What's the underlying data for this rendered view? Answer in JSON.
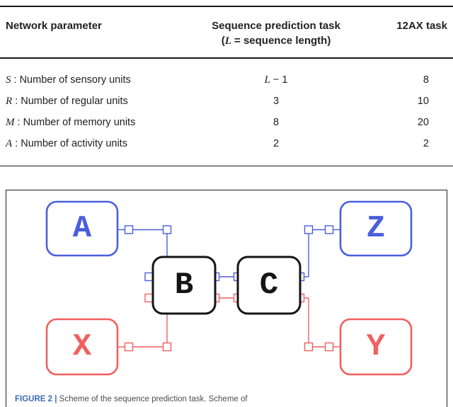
{
  "table": {
    "header": {
      "col1": "Network parameter",
      "col2_line1": "Sequence prediction task",
      "col2_open": "(",
      "col2_var": "L",
      "col2_rest": " = sequence length)",
      "col3": "12AX task"
    },
    "rows": [
      {
        "var": "S",
        "rest": " : Number of sensory units",
        "seq_var": "L",
        "seq_rest": " − 1",
        "ax": "8"
      },
      {
        "var": "R",
        "rest": " : Number of regular units",
        "seq_var": "",
        "seq_rest": "3",
        "ax": "10"
      },
      {
        "var": "M",
        "rest": " : Number of memory units",
        "seq_var": "",
        "seq_rest": "8",
        "ax": "20"
      },
      {
        "var": "A",
        "rest": " : Number of activity units",
        "seq_var": "",
        "seq_rest": "2",
        "ax": "2"
      }
    ]
  },
  "figure": {
    "nodes": [
      {
        "id": "A",
        "label": "A",
        "color": "blue"
      },
      {
        "id": "Z",
        "label": "Z",
        "color": "blue"
      },
      {
        "id": "B",
        "label": "B",
        "color": "black"
      },
      {
        "id": "C",
        "label": "C",
        "color": "black"
      },
      {
        "id": "X",
        "label": "X",
        "color": "red"
      },
      {
        "id": "Y",
        "label": "Y",
        "color": "red"
      }
    ],
    "colors": {
      "blue": "#4a5fdb",
      "red": "#f15f5f",
      "black": "#151515",
      "caption_blue": "#3c6db5"
    },
    "caption_label": "FIGURE 2",
    "caption_sep": " | ",
    "caption_text": "Scheme of the sequence prediction task. Scheme of"
  }
}
